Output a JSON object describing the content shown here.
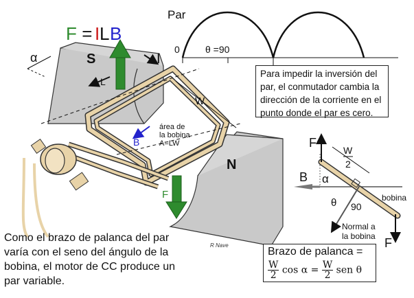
{
  "formula": {
    "F": "F",
    "eq": " = ",
    "I": "I",
    "L": "L",
    "B": "B"
  },
  "torque_graph": {
    "label": "Par",
    "zero": "0",
    "theta": "θ =90"
  },
  "note": "Para impedir la inversión del par, el conmutador cambia la dirección de la corriente en el punto donde el par es cero.",
  "labels": {
    "alpha": "α",
    "S": "S",
    "I": "I",
    "L": "L",
    "W": "W",
    "N": "N",
    "B": "B",
    "F": "F",
    "area": "área de\nla bobina\nA=LW"
  },
  "lever_diagram": {
    "F_top": "F",
    "F_bottom": "F",
    "W": "W",
    "two": "2",
    "B": "B",
    "alpha": "α",
    "theta": "θ",
    "ninety": "90",
    "bobina": "bobina",
    "normal": "Normal a\nla bobina"
  },
  "lever_box": {
    "title": "Brazo  de palanca =",
    "W": "W",
    "two": "2",
    "cos": " cos α =",
    "sen": " sen θ"
  },
  "caption": "Como el brazo de palanca del par varía con el seno del ángulo de la bobina, el motor de CC produce un par variable.",
  "credit": "R Nave",
  "colors": {
    "green": "#2e8b2e",
    "red": "#cc1a1a",
    "blue": "#2222cc",
    "coil": "#e8d3a8",
    "magnet": "#c9c9c9"
  }
}
